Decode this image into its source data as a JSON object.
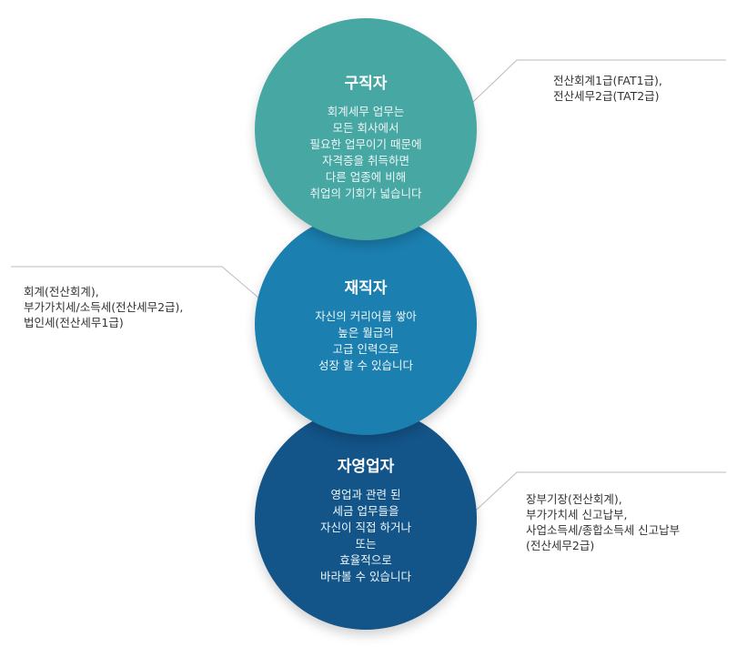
{
  "circles": [
    {
      "title": "구직자",
      "lines": [
        "회계세무 업무는",
        "모든 회사에서",
        "필요한 업무이기 때문에",
        "자격증을 취득하면",
        "다른 업종에 비해",
        "취업의 기회가 넓습니다"
      ],
      "color": "#46a7a3"
    },
    {
      "title": "재직자",
      "lines": [
        "자신의 커리어를 쌓아",
        "높은 월급의",
        "고급 인력으로",
        "성장 할 수 있습니다"
      ],
      "color": "#1b7fb0"
    },
    {
      "title": "자영업자",
      "lines": [
        "영업과 관련 된",
        "세금 업무들을",
        "자신이 직접 하거나",
        "또는",
        "효율적으로",
        "바라볼 수 있습니다"
      ],
      "color": "#135489"
    }
  ],
  "notes": [
    {
      "lines": [
        "전산회계1급(FAT1급),",
        "전산세무2급(TAT2급)"
      ]
    },
    {
      "lines": [
        "회계(전산회계),",
        "부가가치세/소득세(전산세무2급),",
        "법인세(전산세무1급)"
      ]
    },
    {
      "lines": [
        "장부기장(전산회계),",
        "부가가치세 신고납부,",
        "사업소득세/종합소득세 신고납부",
        "(전산세무2급)"
      ]
    }
  ],
  "colors": {
    "connector": "#bbbbbb",
    "note_text": "#333333"
  }
}
